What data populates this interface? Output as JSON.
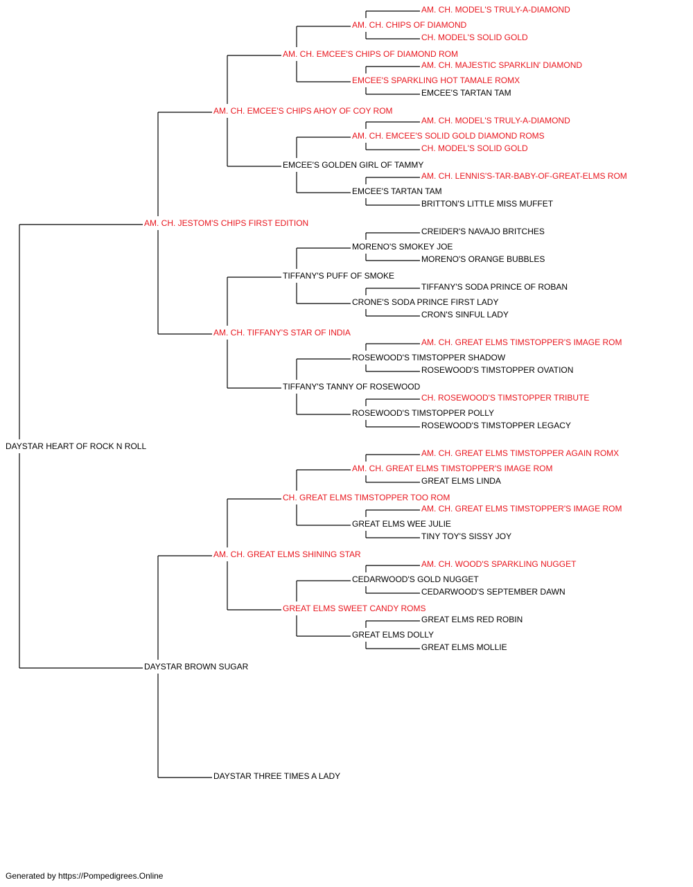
{
  "colors": {
    "titled": "#e8141c",
    "plain": "#000000",
    "line": "#000000"
  },
  "pedigree": {
    "name": "DAYSTAR HEART OF ROCK N ROLL",
    "titled": false,
    "sire": {
      "name": "AM. CH. JESTOM'S CHIPS FIRST EDITION",
      "titled": true,
      "sire": {
        "name": "AM. CH. EMCEE'S CHIPS AHOY OF COY ROM",
        "titled": true,
        "sire": {
          "name": "AM. CH. EMCEE'S CHIPS OF DIAMOND ROM",
          "titled": true,
          "sire": {
            "name": "AM. CH. CHIPS OF DIAMOND",
            "titled": true,
            "sire": {
              "name": "AM. CH. MODEL'S TRULY-A-DIAMOND",
              "titled": true
            },
            "dam": {
              "name": "CH. MODEL'S SOLID GOLD",
              "titled": true
            }
          },
          "dam": {
            "name": "EMCEE'S SPARKLING HOT TAMALE ROMX",
            "titled": true,
            "sire": {
              "name": "AM. CH. MAJESTIC SPARKLIN' DIAMOND",
              "titled": true
            },
            "dam": {
              "name": "EMCEE'S TARTAN TAM",
              "titled": false
            }
          }
        },
        "dam": {
          "name": "EMCEE'S GOLDEN GIRL OF TAMMY",
          "titled": false,
          "sire": {
            "name": "AM. CH. EMCEE'S SOLID GOLD DIAMOND ROMS",
            "titled": true,
            "sire": {
              "name": "AM. CH. MODEL'S TRULY-A-DIAMOND",
              "titled": true
            },
            "dam": {
              "name": "CH. MODEL'S SOLID GOLD",
              "titled": true
            }
          },
          "dam": {
            "name": "EMCEE'S TARTAN TAM",
            "titled": false,
            "sire": {
              "name": "AM. CH. LENNIS'S-TAR-BABY-OF-GREAT-ELMS ROM",
              "titled": true
            },
            "dam": {
              "name": "BRITTON'S LITTLE MISS MUFFET",
              "titled": false
            }
          }
        }
      },
      "dam": {
        "name": "AM. CH. TIFFANY'S STAR OF INDIA",
        "titled": true,
        "sire": {
          "name": "TIFFANY'S PUFF OF SMOKE",
          "titled": false,
          "sire": {
            "name": "MORENO'S SMOKEY JOE",
            "titled": false,
            "sire": {
              "name": "CREIDER'S NAVAJO BRITCHES",
              "titled": false
            },
            "dam": {
              "name": "MORENO'S ORANGE BUBBLES",
              "titled": false
            }
          },
          "dam": {
            "name": "CRONE'S SODA PRINCE FIRST LADY",
            "titled": false,
            "sire": {
              "name": "TIFFANY'S SODA PRINCE OF ROBAN",
              "titled": false
            },
            "dam": {
              "name": "CRON'S SINFUL LADY",
              "titled": false
            }
          }
        },
        "dam": {
          "name": "TIFFANY'S TANNY OF ROSEWOOD",
          "titled": false,
          "sire": {
            "name": "ROSEWOOD'S TIMSTOPPER SHADOW",
            "titled": false,
            "sire": {
              "name": "AM. CH. GREAT ELMS TIMSTOPPER'S IMAGE ROM",
              "titled": true
            },
            "dam": {
              "name": "ROSEWOOD'S TIMSTOPPER OVATION",
              "titled": false
            }
          },
          "dam": {
            "name": "ROSEWOOD'S TIMSTOPPER POLLY",
            "titled": false,
            "sire": {
              "name": "CH. ROSEWOOD'S TIMSTOPPER TRIBUTE",
              "titled": true
            },
            "dam": {
              "name": "ROSEWOOD'S TIMSTOPPER LEGACY",
              "titled": false
            }
          }
        }
      }
    },
    "dam": {
      "name": "DAYSTAR BROWN SUGAR",
      "titled": false,
      "sire": {
        "name": "AM. CH. GREAT ELMS SHINING STAR",
        "titled": true,
        "sire": {
          "name": "CH. GREAT ELMS TIMSTOPPER TOO ROM",
          "titled": true,
          "sire": {
            "name": "AM. CH. GREAT ELMS TIMSTOPPER'S IMAGE ROM",
            "titled": true,
            "sire": {
              "name": "AM. CH. GREAT ELMS TIMSTOPPER AGAIN ROMX",
              "titled": true
            },
            "dam": {
              "name": "GREAT ELMS LINDA",
              "titled": false
            }
          },
          "dam": {
            "name": "GREAT ELMS WEE JULIE",
            "titled": false,
            "sire": {
              "name": "AM. CH. GREAT ELMS TIMSTOPPER'S IMAGE ROM",
              "titled": true
            },
            "dam": {
              "name": "TINY TOY'S SISSY JOY",
              "titled": false
            }
          }
        },
        "dam": {
          "name": "GREAT ELMS SWEET CANDY ROMS",
          "titled": true,
          "sire": {
            "name": "CEDARWOOD'S GOLD NUGGET",
            "titled": false,
            "sire": {
              "name": "AM. CH. WOOD'S SPARKLING NUGGET",
              "titled": true
            },
            "dam": {
              "name": "CEDARWOOD'S SEPTEMBER DAWN",
              "titled": false
            }
          },
          "dam": {
            "name": "GREAT ELMS DOLLY",
            "titled": false,
            "sire": {
              "name": "GREAT ELMS RED ROBIN",
              "titled": false
            },
            "dam": {
              "name": "GREAT ELMS MOLLIE",
              "titled": false
            }
          }
        }
      },
      "dam": {
        "name": "DAYSTAR THREE TIMES A LADY",
        "titled": false
      }
    }
  },
  "footer": {
    "text": "Generated by https://Pompedigrees.Online"
  }
}
